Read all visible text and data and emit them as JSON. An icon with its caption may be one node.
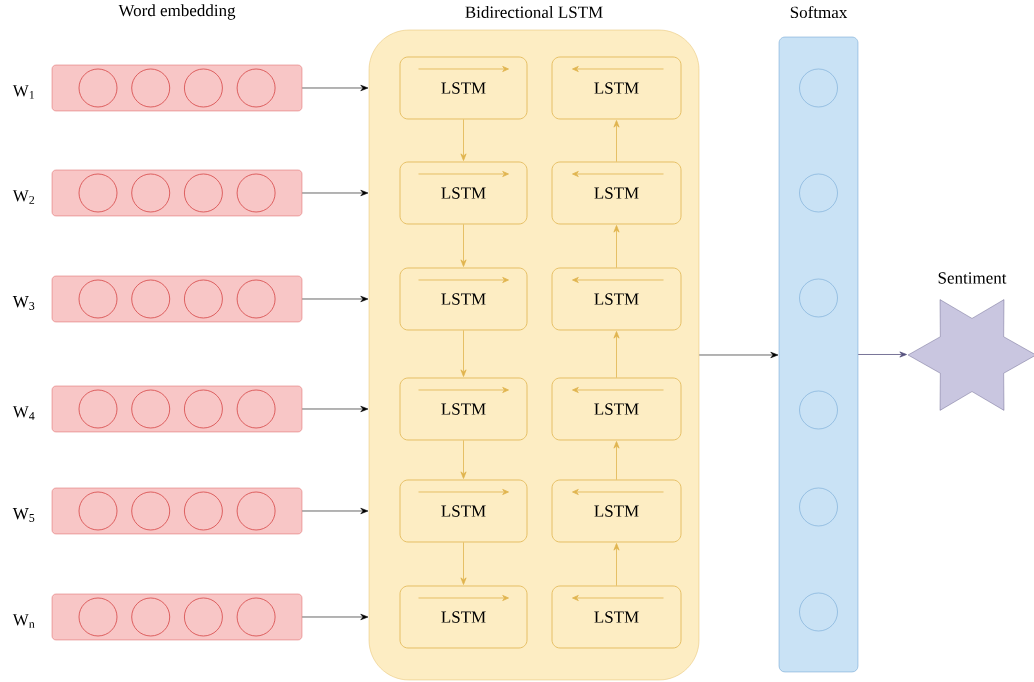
{
  "diagram": {
    "nodes": [
      {
        "text": [],
        "shape": "bar",
        "beside": [
          "W$_{1}$"
        ]
      },
      {
        "text": [],
        "shape": "bar",
        "beside": [
          "W$_{2}$"
        ]
      },
      {
        "text": [],
        "shape": "bar",
        "beside": [
          "W$_{3}$"
        ]
      },
      {
        "text": [],
        "shape": "bar",
        "beside": [
          "W$_{4}$"
        ]
      },
      {
        "text": [],
        "shape": "bar",
        "beside": [
          "W$_{5}$"
        ]
      },
      {
        "text": [],
        "shape": "bar",
        "beside": [
          "W$_{n}$"
        ]
      },
      {
        "text": [
          "Bidirectional LSTM"
        ]
      },
      {
        "text": [
          "LSTM"
        ],
        "in": 6
      },
      {
        "text": [
          "LSTM"
        ],
        "in": 6
      },
      {
        "text": [
          "LSTM"
        ],
        "in": 6
      },
      {
        "text": [
          "LSTM"
        ],
        "in": 6
      },
      {
        "text": [
          "LSTM"
        ],
        "in": 6
      },
      {
        "text": [
          "LSTM"
        ],
        "in": 6
      },
      {
        "text": [
          "LSTM"
        ],
        "in": 6
      },
      {
        "text": [
          "LSTM"
        ],
        "in": 6
      },
      {
        "text": [
          "LSTM"
        ],
        "in": 6
      },
      {
        "text": [
          "LSTM"
        ],
        "in": 6
      },
      {
        "text": [
          "LSTM"
        ],
        "in": 6
      },
      {
        "text": [
          "LSTM"
        ],
        "in": 6
      },
      {
        "text": [
          "Softmax"
        ]
      },
      {
        "text": [
          "Sentiment"
        ]
      }
    ],
    "edges": [
      {
        "from": 0,
        "to": 6,
        "arrow": "to",
        "color": "#000000"
      },
      {
        "from": 1,
        "to": 6,
        "arrow": "to",
        "color": "#000000"
      },
      {
        "from": 2,
        "to": 6,
        "arrow": "to",
        "color": "#000000"
      },
      {
        "from": 3,
        "to": 6,
        "arrow": "to",
        "color": "#000000"
      },
      {
        "from": 4,
        "to": 6,
        "arrow": "to",
        "color": "#000000"
      },
      {
        "from": 5,
        "to": 6,
        "arrow": "to",
        "color": "#000000"
      },
      {
        "from": 7,
        "to": 9,
        "arrow": "to"
      },
      {
        "from": 9,
        "to": 11,
        "arrow": "to"
      },
      {
        "from": 11,
        "to": 13,
        "arrow": "to"
      },
      {
        "from": 13,
        "to": 15,
        "arrow": "to"
      },
      {
        "from": 15,
        "to": 17,
        "arrow": "to"
      },
      {
        "from": 18,
        "to": 16,
        "arrow": "to"
      },
      {
        "from": 16,
        "to": 14,
        "arrow": "to"
      },
      {
        "from": 14,
        "to": 12,
        "arrow": "to"
      },
      {
        "from": 12,
        "to": 10,
        "arrow": "to"
      },
      {
        "from": 10,
        "to": 8,
        "arrow": "to"
      },
      {
        "from": 6,
        "to": 19,
        "arrow": "to",
        "color": "#000000"
      },
      {
        "from": 19,
        "to": 20,
        "arrow": "to",
        "color": "#56517e"
      }
    ],
    "labels": [
      "Word embedding"
    ]
  }
}
